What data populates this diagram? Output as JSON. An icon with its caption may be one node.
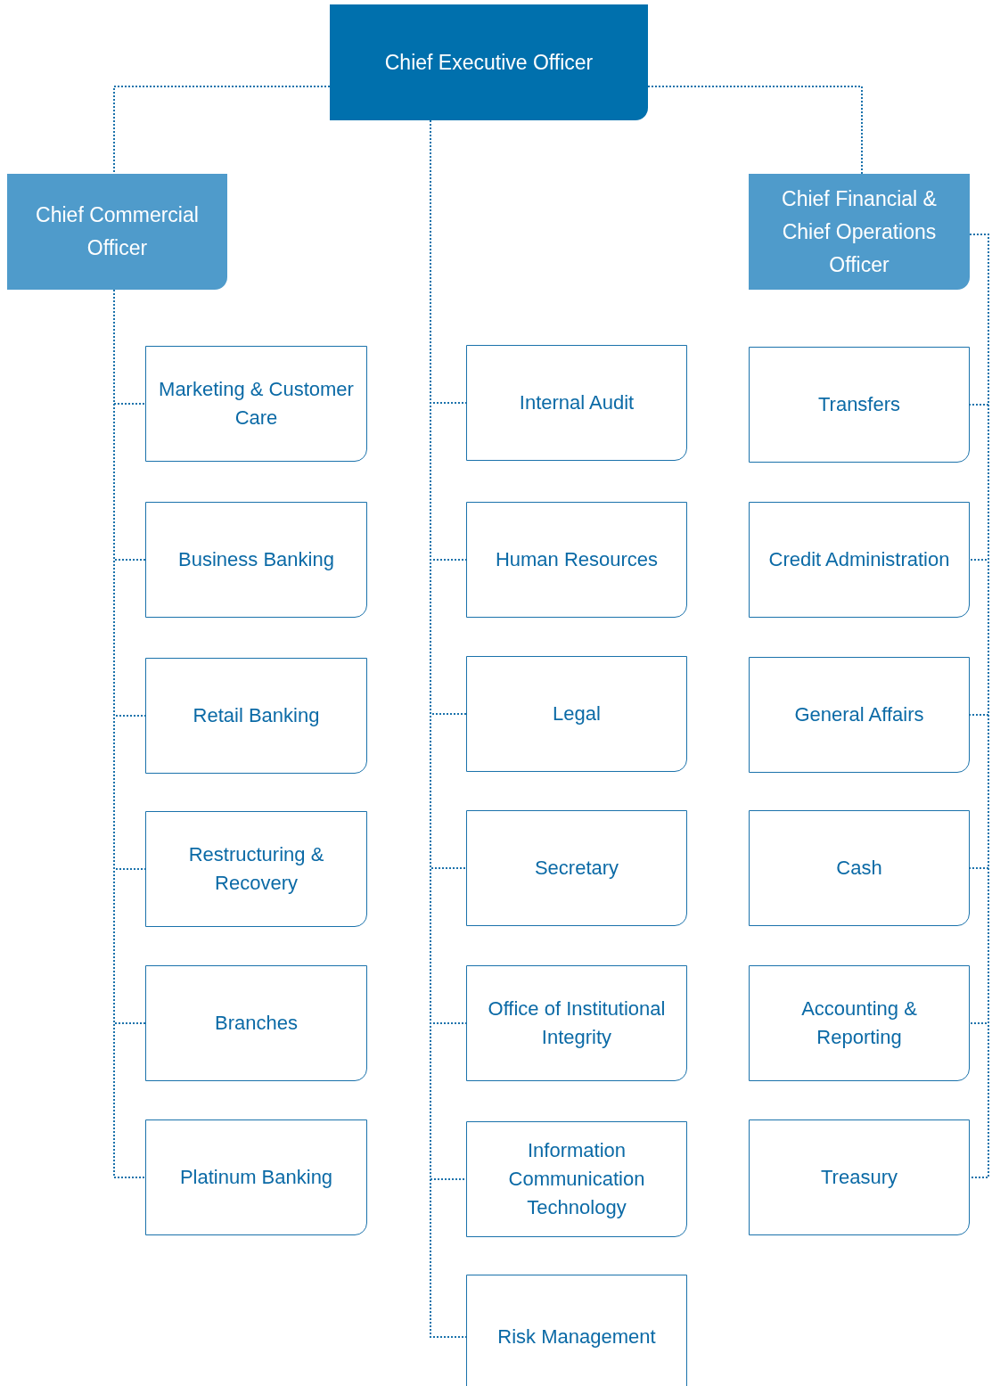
{
  "diagram": {
    "nodes": [
      {
        "text": [
          "Chief Executive Officer"
        ]
      },
      {
        "text": [
          "Chief Commercial Officer"
        ]
      },
      {
        "text": [
          "Chief Financial & Chief Operations Officer"
        ]
      },
      {
        "text": [
          "Marketing & Customer Care"
        ]
      },
      {
        "text": [
          "Business Banking"
        ]
      },
      {
        "text": [
          "Retail Banking"
        ]
      },
      {
        "text": [
          "Restructuring & Recovery"
        ]
      },
      {
        "text": [
          "Branches"
        ]
      },
      {
        "text": [
          "Platinum Banking"
        ]
      },
      {
        "text": [
          "Internal Audit"
        ]
      },
      {
        "text": [
          "Human Resources"
        ]
      },
      {
        "text": [
          "Legal"
        ]
      },
      {
        "text": [
          "Secretary"
        ]
      },
      {
        "text": [
          "Office of Institutional Integrity"
        ]
      },
      {
        "text": [
          "Information Communication Technology"
        ]
      },
      {
        "text": [
          "Risk Management"
        ]
      },
      {
        "text": [
          "Transfers"
        ]
      },
      {
        "text": [
          "Credit Administration"
        ]
      },
      {
        "text": [
          "General Affairs"
        ]
      },
      {
        "text": [
          "Cash"
        ]
      },
      {
        "text": [
          "Accounting & Reporting"
        ]
      },
      {
        "text": [
          "Treasury"
        ]
      }
    ],
    "edges": [
      {
        "from": 0,
        "to": 1,
        "arrow": "none"
      },
      {
        "from": 0,
        "to": 2,
        "arrow": "none"
      },
      {
        "from": 1,
        "to": 3,
        "arrow": "none"
      },
      {
        "from": 1,
        "to": 4,
        "arrow": "none"
      },
      {
        "from": 1,
        "to": 5,
        "arrow": "none"
      },
      {
        "from": 1,
        "to": 6,
        "arrow": "none"
      },
      {
        "from": 1,
        "to": 7,
        "arrow": "none"
      },
      {
        "from": 1,
        "to": 8,
        "arrow": "none"
      },
      {
        "from": 0,
        "to": 9,
        "arrow": "none"
      },
      {
        "from": 0,
        "to": 10,
        "arrow": "none"
      },
      {
        "from": 0,
        "to": 11,
        "arrow": "none"
      },
      {
        "from": 0,
        "to": 12,
        "arrow": "none"
      },
      {
        "from": 0,
        "to": 13,
        "arrow": "none"
      },
      {
        "from": 0,
        "to": 14,
        "arrow": "none"
      },
      {
        "from": 0,
        "to": 15,
        "arrow": "none"
      },
      {
        "from": 2,
        "to": 16,
        "arrow": "none"
      },
      {
        "from": 2,
        "to": 17,
        "arrow": "none"
      },
      {
        "from": 2,
        "to": 18,
        "arrow": "none"
      },
      {
        "from": 2,
        "to": 19,
        "arrow": "none"
      },
      {
        "from": 2,
        "to": 20,
        "arrow": "none"
      },
      {
        "from": 2,
        "to": 21,
        "arrow": "none"
      }
    ]
  }
}
